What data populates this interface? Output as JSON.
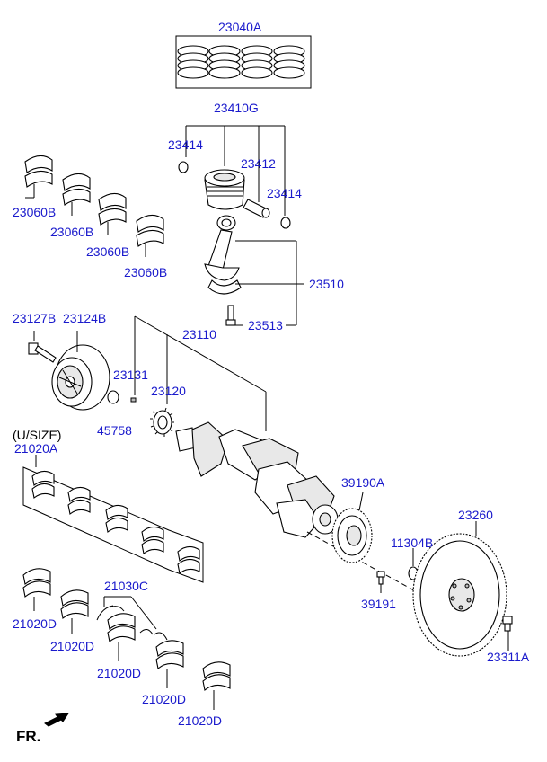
{
  "labels": {
    "p23040A": "23040A",
    "p23410G": "23410G",
    "p23414a": "23414",
    "p23412": "23412",
    "p23414b": "23414",
    "p23060B_1": "23060B",
    "p23060B_2": "23060B",
    "p23060B_3": "23060B",
    "p23060B_4": "23060B",
    "p23510": "23510",
    "p23513": "23513",
    "p23127B": "23127B",
    "p23124B": "23124B",
    "p23110": "23110",
    "p23131": "23131",
    "p23120": "23120",
    "p45758": "45758",
    "usize": "(U/SIZE)",
    "p21020A": "21020A",
    "p39190A": "39190A",
    "p23260": "23260",
    "p11304B": "11304B",
    "p39191": "39191",
    "p21030C": "21030C",
    "p21020D_1": "21020D",
    "p21020D_2": "21020D",
    "p21020D_3": "21020D",
    "p21020D_4": "21020D",
    "p21020D_5": "21020D",
    "p23311A": "23311A",
    "fr": "FR."
  },
  "colors": {
    "label": "#1a1acc",
    "line": "#000000"
  }
}
